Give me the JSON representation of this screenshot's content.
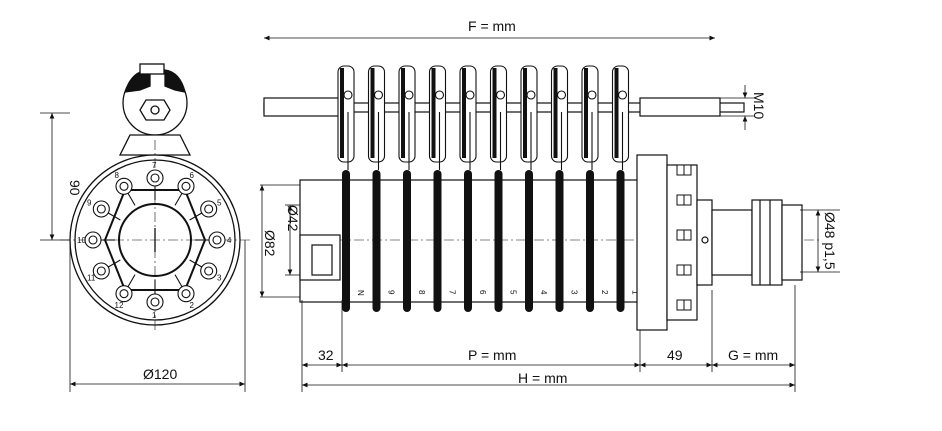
{
  "dimensions": {
    "F": "F = mm",
    "M10": "M10",
    "dia42": "Ø42",
    "dia82": "Ø82",
    "dia48": "Ø48 p1,5",
    "side90": "90",
    "dia120": "Ø120",
    "d32": "32",
    "P": "P = mm",
    "d49": "49",
    "G": "G = mm",
    "H": "H = mm"
  },
  "ring_labels": [
    "N",
    "9",
    "8",
    "7",
    "6",
    "5",
    "4",
    "3",
    "2",
    "1"
  ],
  "flange_labels": [
    "8",
    "7",
    "6",
    "5",
    "4",
    "3",
    "2",
    "1",
    "12",
    "11",
    "10",
    "9"
  ],
  "colors": {
    "line": "#111111",
    "background": "#ffffff"
  }
}
